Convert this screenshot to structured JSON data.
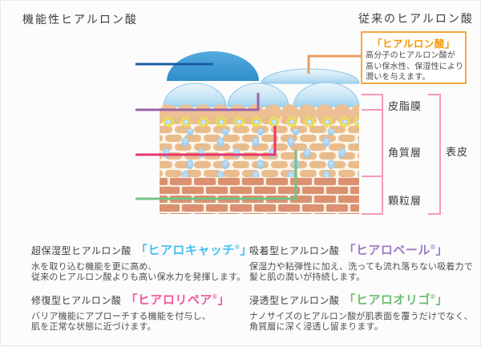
{
  "titles": {
    "left": "機能性ヒアルロン酸",
    "right": "従来のヒアルロン酸"
  },
  "callout": {
    "title": "「ヒアルロン酸」",
    "lines": [
      "高分子のヒアルロン酸が",
      "高い保水性、保湿性により",
      "潤いを与えます。"
    ],
    "title_color": "#f59a00",
    "border_color": "#f5a83c"
  },
  "skin_layers": {
    "sebum_film": "皮脂膜",
    "stratum_corneum": "角質層",
    "granular_layer": "顆粒層",
    "epidermis": "表皮",
    "bracket_color": "#f799b5"
  },
  "products": [
    {
      "prefix": "超保湿型ヒアルロン酸",
      "name_open": "「ヒアロキャッチ",
      "reg": "®",
      "name_close": "」",
      "color": "#45beef",
      "lines": [
        "水を取り込む機能を更に高め、",
        "従来のヒアルロン酸よりも高い保水力を発揮します。"
      ]
    },
    {
      "prefix": "吸着型ヒアルロン酸",
      "name_open": "「ヒアロベール",
      "reg": "®",
      "name_close": "」",
      "color": "#9b7cc4",
      "lines": [
        "保湿力や粘弾性に加え、洗っても流れ落ちない吸着力で",
        "髪と肌の潤いが持続します。"
      ]
    },
    {
      "prefix": "修復型ヒアルロン酸",
      "name_open": "「ヒアロリペア",
      "reg": "®",
      "name_close": "」",
      "color": "#f0569b",
      "lines": [
        "バリア機能にアプローチする機能を付与し、",
        "肌を正常な状態に近づけます。"
      ]
    },
    {
      "prefix": "浸透型ヒアルロン酸",
      "name_open": "「ヒアロオリゴ",
      "reg": "®",
      "name_close": "」",
      "color": "#6fbe72",
      "lines": [
        "ナノサイズのヒアルロン酸が肌表面を覆うだけでなく、",
        "角質層に深く浸透し留まります。"
      ]
    }
  ],
  "diagram_colors": {
    "functional_drop_blue": "#2f8ec9",
    "conventional_drop_blue": "#bcdff4",
    "connector_catch_blue": "#1a5ba8",
    "connector_ha_orange": "#ee9d5e",
    "connector_veil_purple": "#9a63a8",
    "connector_repair_pink": "#e8356f",
    "connector_oligo_green": "#77c083",
    "skin_tan": "#e9bc8e",
    "brick_salmon": "#db9170"
  }
}
